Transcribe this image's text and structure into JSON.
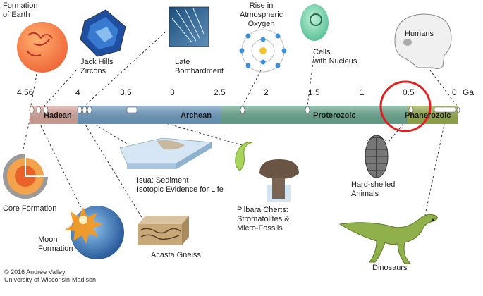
{
  "timeline": {
    "unit": "Ga",
    "ticks": [
      "4.56",
      "4",
      "3.5",
      "3",
      "2.5",
      "2",
      "1.5",
      "1",
      "0.5",
      "0"
    ],
    "eons": [
      "Hadean",
      "Archean",
      "Proterozoic",
      "Phanerozoic"
    ],
    "colors": {
      "hadean": "#d9a69c",
      "archean": "#6d9cc1",
      "proterozoic": "#69a891",
      "phanerozoic": "#98ad4c"
    }
  },
  "labels": {
    "formation_of_earth": "Formation\nof Earth",
    "jack_hills": "Jack Hills\nZircons",
    "late_bombardment": "Late\nBombardment",
    "oxygen": "Rise in\nAtmospheric\nOxygen",
    "cells": "Cells\nwith Nucleus",
    "humans": "Humans",
    "core": "Core Formation",
    "moon": "Moon\nFormation",
    "isua": "Isua: Sediment\nIsotopic Evidence for Life",
    "acasta": "Acasta Gneiss",
    "pilbara": "Pilbara Cherts:\nStromatolites &\nMicro-Fossils",
    "hard_shelled": "Hard-shelled\nAnimals",
    "dinosaurs": "Dinosaurs"
  },
  "credit": "© 2016 Andrée Valley\nUniversity of Wisconsin-Madison",
  "highlight_color": "#e02020"
}
